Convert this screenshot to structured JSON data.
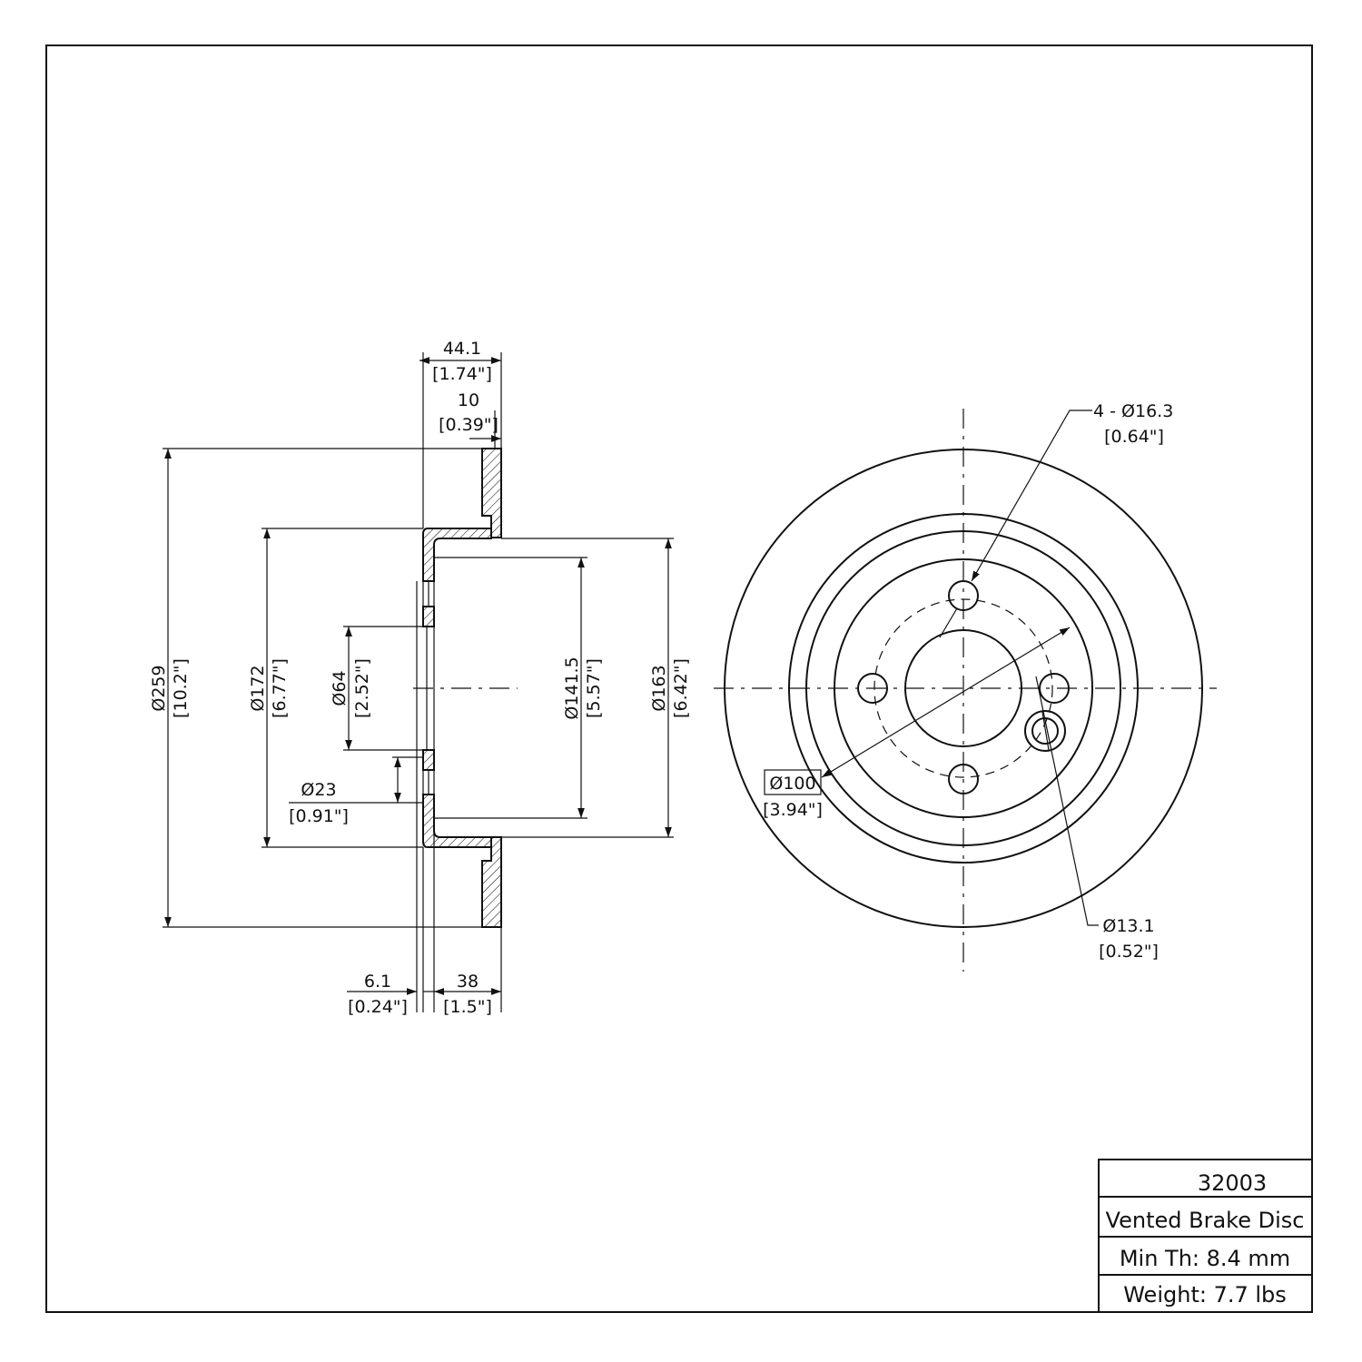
{
  "side_view": {
    "overall_width": {
      "mm": "44.1",
      "in": "[1.74\"]"
    },
    "disc_thickness": {
      "mm": "10",
      "in": "[0.39\"]"
    },
    "outer_diameter": {
      "mm": "Ø259",
      "in": "[10.2\"]"
    },
    "hat_diameter": {
      "mm": "Ø172",
      "in": "[6.77\"]"
    },
    "center_bore": {
      "mm": "Ø64",
      "in": "[2.52\"]"
    },
    "inner_hat_diameter": {
      "mm": "Ø141.5",
      "in": "[5.57\"]"
    },
    "hat_outer_diameter": {
      "mm": "Ø163",
      "in": "[6.42\"]"
    },
    "offset_feature": {
      "mm": "Ø23",
      "in": "[0.91\"]"
    },
    "hat_thickness": {
      "mm": "6.1",
      "in": "[0.24\"]"
    },
    "hat_height": {
      "mm": "38",
      "in": "[1.5\"]"
    }
  },
  "front_view": {
    "bolt_holes": {
      "mm": "4 - Ø16.3",
      "in": "[0.64\"]"
    },
    "bolt_circle": {
      "mm": "Ø100",
      "in": "[3.94\"]"
    },
    "locator_hole": {
      "mm": "Ø13.1",
      "in": "[0.52\"]"
    }
  },
  "title_block": {
    "part_number": "32003",
    "description": "Vented Brake Disc",
    "min_thickness": "Min Th: 8.4 mm",
    "weight": "Weight: 7.7 lbs"
  }
}
